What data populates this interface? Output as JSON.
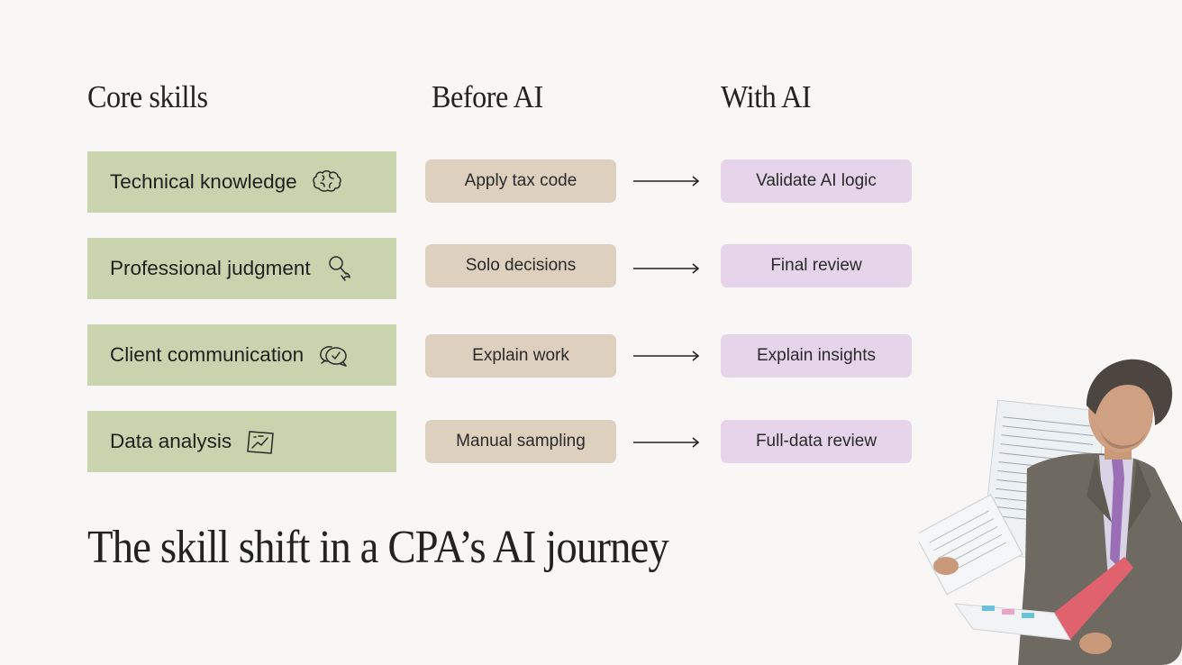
{
  "headers": {
    "core": "Core skills",
    "before": "Before AI",
    "after": "With AI"
  },
  "rows": [
    {
      "skill": "Technical knowledge",
      "icon": "brain-icon",
      "before": "Apply tax code",
      "after": "Validate AI logic"
    },
    {
      "skill": "Professional judgment",
      "icon": "magnifier-hand-icon",
      "before": "Solo decisions",
      "after": "Final review"
    },
    {
      "skill": "Client communication",
      "icon": "speech-bubbles-check-icon",
      "before": "Explain work",
      "after": "Explain insights"
    },
    {
      "skill": "Data analysis",
      "icon": "chart-paper-icon",
      "before": "Manual sampling",
      "after": "Full-data review"
    }
  ],
  "title": "The skill shift in a CPA’s AI journey",
  "colors": {
    "skill_bg": "#c9d4ae",
    "before_bg": "#ddd0bf",
    "after_bg": "#e5d4ea",
    "background": "#f8f7f5"
  }
}
